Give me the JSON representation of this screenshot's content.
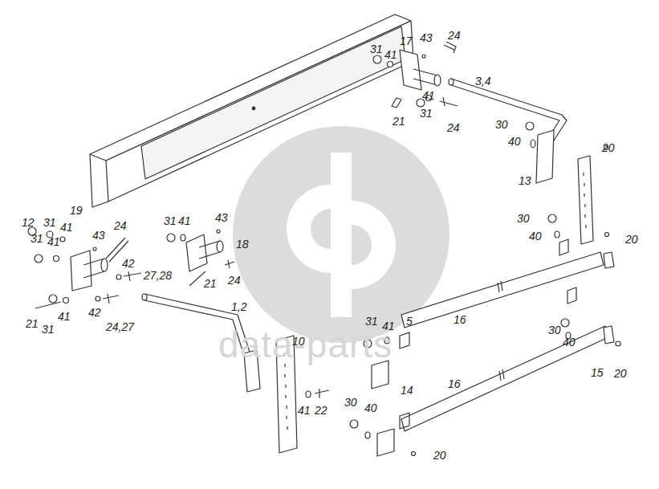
{
  "diagram": {
    "labels": [
      "24",
      "43",
      "17",
      "31",
      "41",
      "3,4",
      "41",
      "31",
      "21",
      "24",
      "30",
      "40",
      "20",
      "13",
      "19",
      "12",
      "31",
      "41",
      "24",
      "31",
      "41",
      "43",
      "31",
      "41",
      "43",
      "18",
      "42",
      "27,28",
      "24",
      "21",
      "30",
      "40",
      "20",
      "21",
      "31",
      "41",
      "42",
      "24,27",
      "1,2",
      "10",
      "31",
      "41",
      "5",
      "16",
      "30",
      "40",
      "15",
      "20",
      "14",
      "16",
      "41",
      "22",
      "30",
      "40",
      "20",
      "data-parts"
    ]
  }
}
